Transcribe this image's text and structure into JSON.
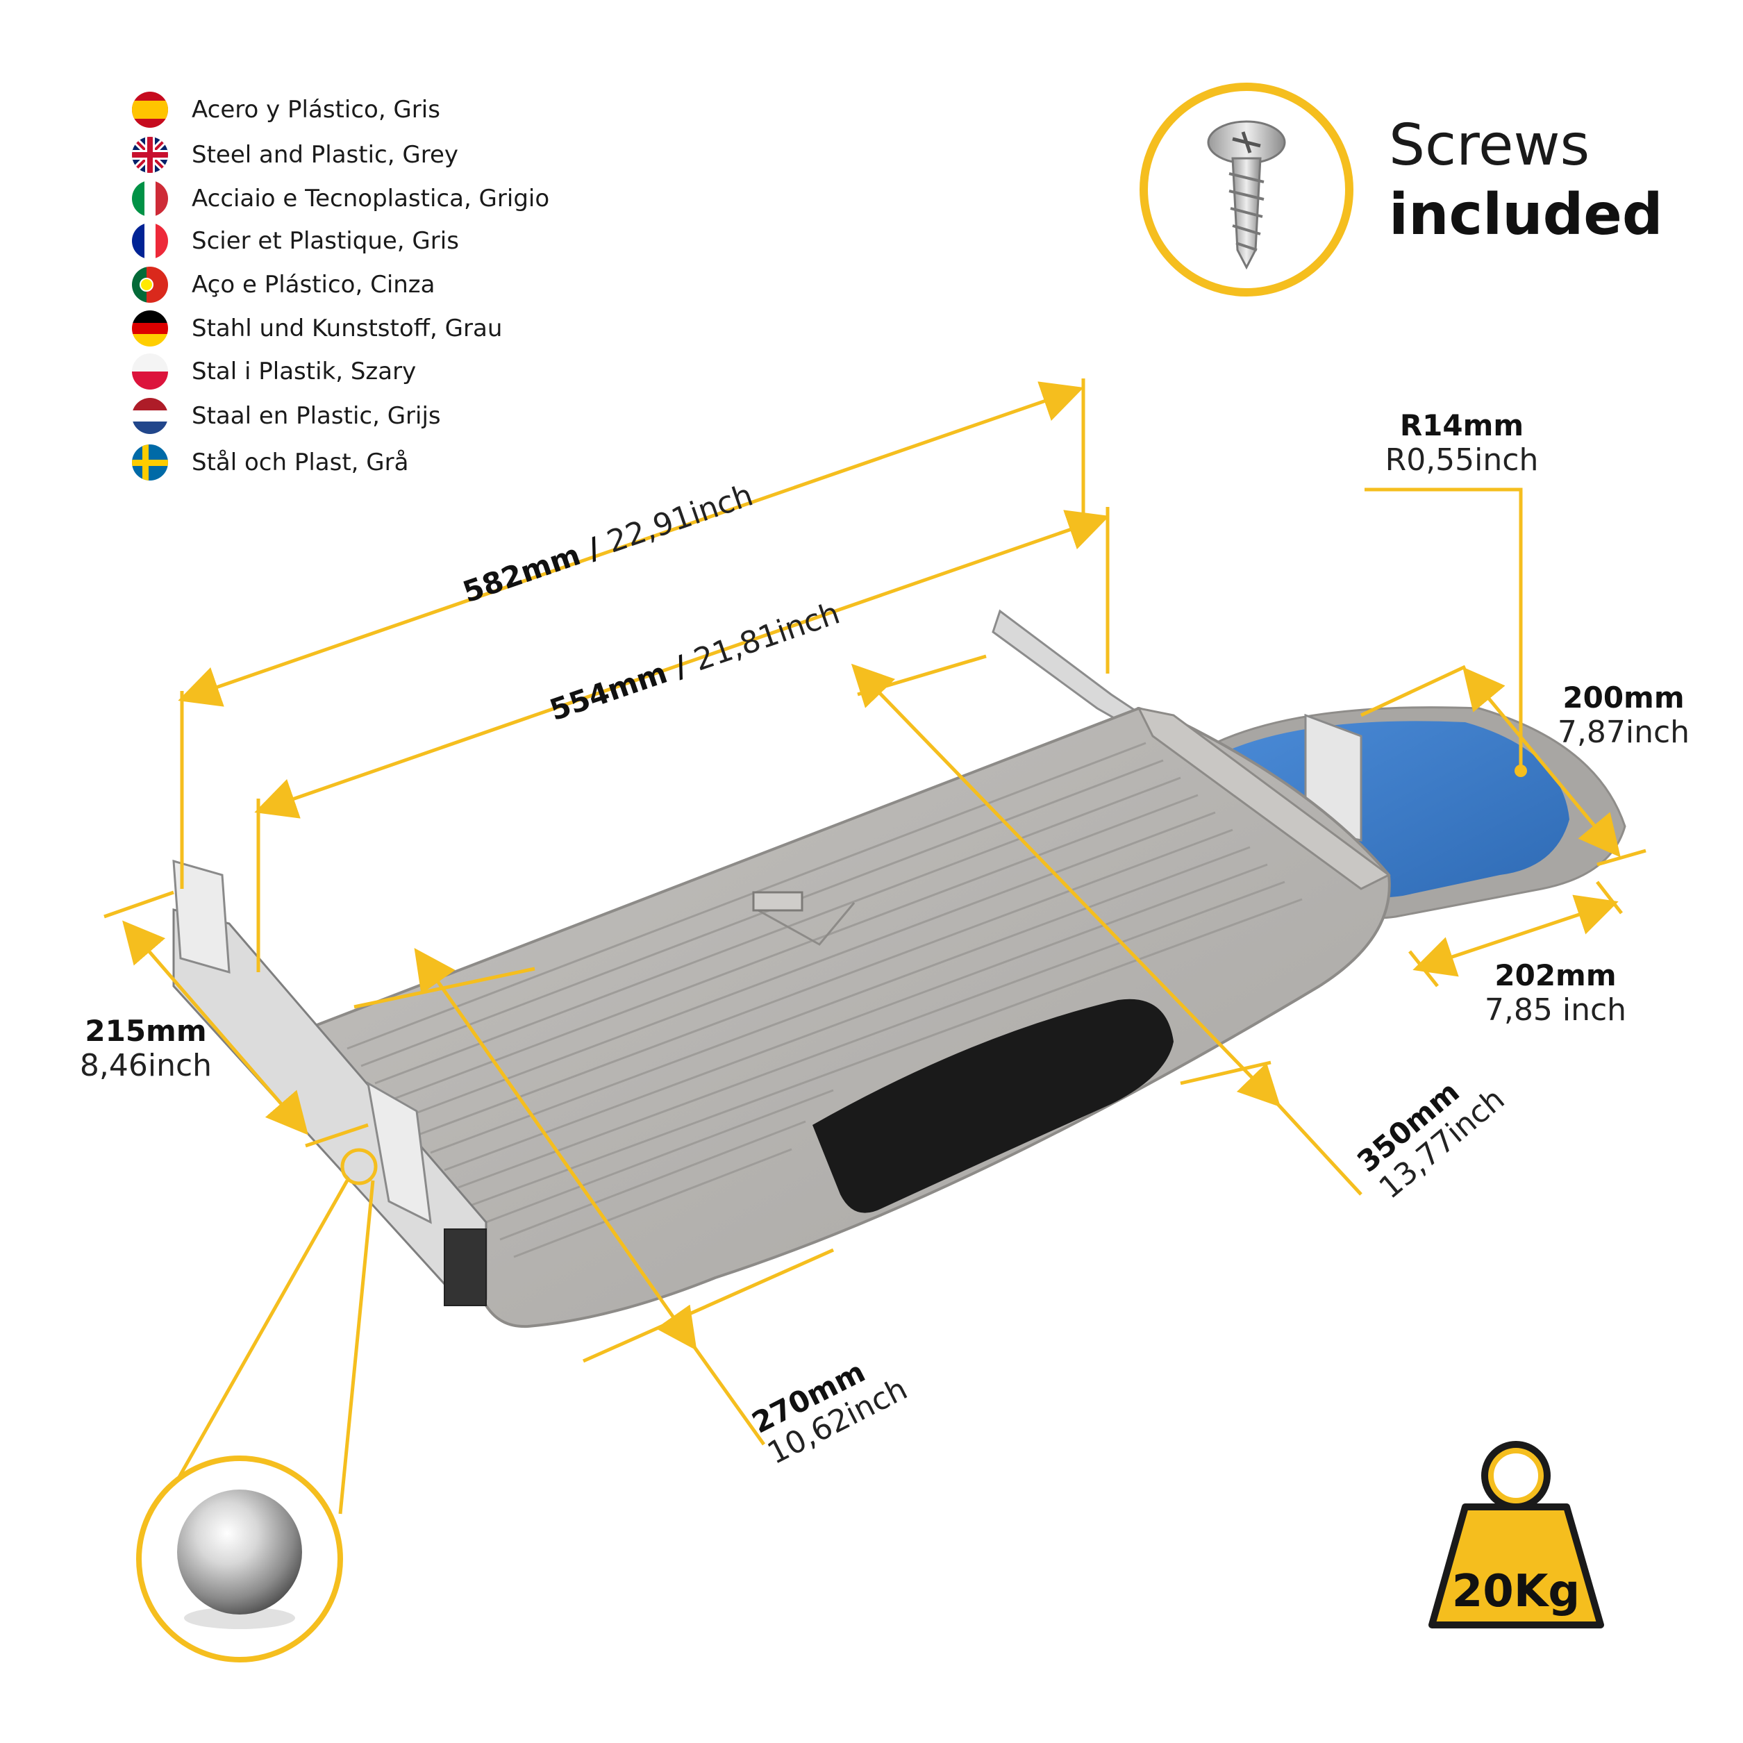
{
  "materials": [
    {
      "flag": "spain-flag-icon",
      "text": "Acero y Plástico, Gris"
    },
    {
      "flag": "uk-flag-icon",
      "text": "Steel and Plastic, Grey"
    },
    {
      "flag": "italy-flag-icon",
      "text": "Acciaio e Tecnoplastica, Grigio"
    },
    {
      "flag": "france-flag-icon",
      "text": "Scier et Plastique, Gris"
    },
    {
      "flag": "portugal-flag-icon",
      "text": "Aço e Plástico, Cinza"
    },
    {
      "flag": "germany-flag-icon",
      "text": "Stahl und Kunststoff, Grau"
    },
    {
      "flag": "poland-flag-icon",
      "text": "Stal i Plastik, Szary"
    },
    {
      "flag": "netherlands-flag-icon",
      "text": "Staal en Plastic, Grijs"
    },
    {
      "flag": "sweden-flag-icon",
      "text": "Stål och Plast, Grå"
    }
  ],
  "screws": {
    "line1": "Screws",
    "line2": "included",
    "icon": "screw-icon"
  },
  "dimensions": {
    "d582": {
      "mm": "582mm",
      "sep": " / ",
      "inch": "22,91inch"
    },
    "d554": {
      "mm": "554mm",
      "sep": " / ",
      "inch": "21,81inch"
    },
    "r14": {
      "mm": "R14mm",
      "inch": "R0,55inch"
    },
    "d200": {
      "mm": "200mm",
      "inch": "7,87inch"
    },
    "d202": {
      "mm": "202mm",
      "inch": "7,85 inch"
    },
    "d215": {
      "mm": "215mm",
      "inch": "8,46inch"
    },
    "d350": {
      "mm": "350mm",
      "inch": "13,77inch"
    },
    "d270": {
      "mm": "270mm",
      "inch": "10,62inch"
    }
  },
  "weight": {
    "label": "20Kg",
    "icon": "weight-icon"
  },
  "colors": {
    "accent": "#F5BE1E",
    "tray": "#B5B3B0",
    "mousepad": "#3D7CC9",
    "wrist_rest": "#1A1A1A"
  },
  "icons": {
    "ball_bearing": "ball-bearing-icon"
  }
}
